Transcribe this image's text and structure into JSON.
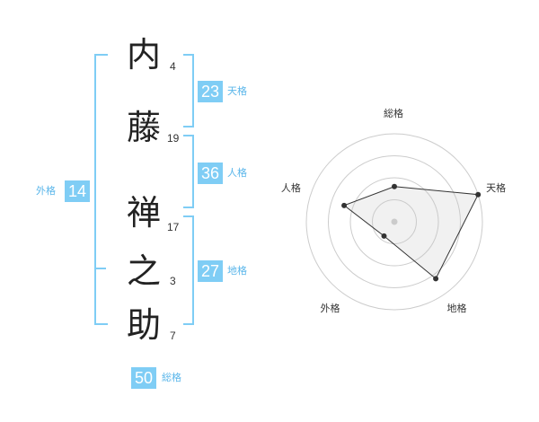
{
  "name": {
    "chars": [
      {
        "char": "内",
        "strokes": "4"
      },
      {
        "char": "藤",
        "strokes": "19"
      },
      {
        "char": "禅",
        "strokes": "17"
      },
      {
        "char": "之",
        "strokes": "3"
      },
      {
        "char": "助",
        "strokes": "7"
      }
    ]
  },
  "kakusu": {
    "tenkaku": {
      "value": "23",
      "label": "天格"
    },
    "jinkaku": {
      "value": "36",
      "label": "人格"
    },
    "chikaku": {
      "value": "27",
      "label": "地格"
    },
    "gaikaku": {
      "value": "14",
      "label": "外格"
    },
    "soukaku": {
      "value": "50",
      "label": "総格"
    }
  },
  "colors": {
    "accent": "#7fcdf5",
    "accent_text": "#5ab6ea",
    "text": "#222222"
  },
  "chart_data": {
    "type": "radar",
    "axes": [
      "総格",
      "天格",
      "地格",
      "外格",
      "人格"
    ],
    "max": 5,
    "rings": 4,
    "values": [
      2,
      5,
      4,
      1,
      3
    ]
  }
}
